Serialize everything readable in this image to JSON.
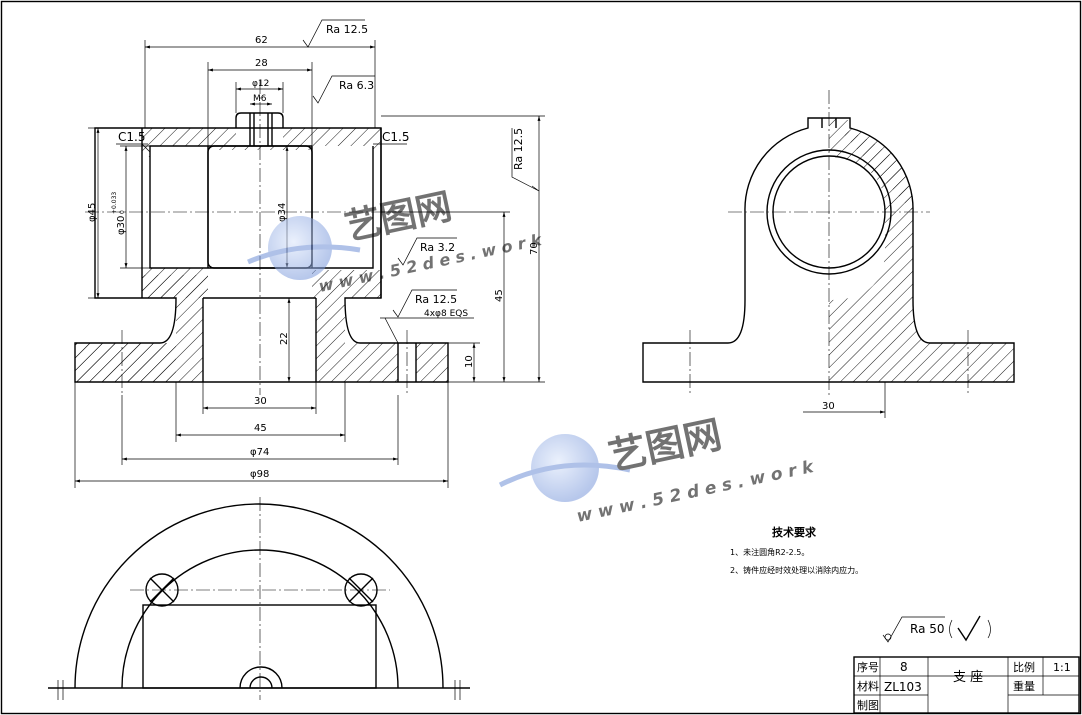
{
  "dimensions": {
    "d62": "62",
    "d28": "28",
    "d12": "φ12",
    "m6": "M6",
    "c15_left": "C1.5",
    "c15_right": "C1.5",
    "d45_dia": "φ45",
    "d30_bore": "φ30",
    "d30_tol": "+0.033",
    "d30_tol_low": "0",
    "d34": "φ34",
    "d22": "22",
    "d45_height": "45",
    "d70": "70",
    "d10": "10",
    "holes": "4xφ8 EQS",
    "b30": "30",
    "b45": "45",
    "b74": "φ74",
    "b98": "φ98",
    "side30": "30"
  },
  "roughness": {
    "top": "Ra 12.5",
    "bore_top": "Ra 6.3",
    "right": "Ra 12.5",
    "bore": "Ra 3.2",
    "holes": "Ra 12.5",
    "general": "Ra 50"
  },
  "tech": {
    "title": "技术要求",
    "line1": "1、未注圆角R2-2.5。",
    "line2": "2、铸件应经时效处理以消除内应力。"
  },
  "title_block": {
    "seq_label": "序号",
    "seq_value": "8",
    "part_name": "支 座",
    "scale_label": "比例",
    "scale_value": "1:1",
    "material_label": "材料",
    "material_value": "ZL103",
    "weight_label": "重量",
    "draw_label": "制图"
  },
  "watermark": {
    "brand": "艺图网",
    "url": "w w w . 5 2 d e s . w o r k"
  },
  "colors": {
    "line": "#000000",
    "watermark_blue": "#6f8fd6",
    "watermark_light": "#a9c0ee"
  }
}
